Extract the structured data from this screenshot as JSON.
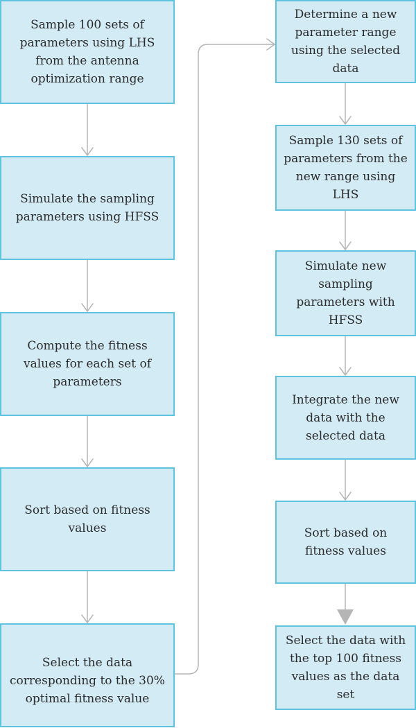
{
  "steps": [
    {
      "id": 1,
      "text": "Sample 100 sets of parameters using LHS from the antenna optimization range"
    },
    {
      "id": 2,
      "text": "Simulate the sampling parameters using HFSS"
    },
    {
      "id": 3,
      "text": "Compute the fitness values for each set of parameters"
    },
    {
      "id": 4,
      "text": "Sort based on fitness values"
    },
    {
      "id": 5,
      "text": "Select the data corresponding to the 30% optimal fitness value"
    },
    {
      "id": 6,
      "text": "Determine a new parameter range using the selected data"
    },
    {
      "id": 7,
      "text": "Sample 130 sets of parameters from the new range using LHS"
    },
    {
      "id": 8,
      "text": "Simulate new sampling parameters with HFSS"
    },
    {
      "id": 9,
      "text": "Integrate the new data with the selected data"
    },
    {
      "id": 10,
      "text": "Sort based on fitness values"
    },
    {
      "id": 11,
      "text": "Select the data with the top 100 fitness values as the data set"
    }
  ],
  "colors": {
    "box_fill": "#d3ebf4",
    "box_border": "#5fc3df",
    "text": "#2b2b2b",
    "arrow": "#b5b5b5"
  }
}
